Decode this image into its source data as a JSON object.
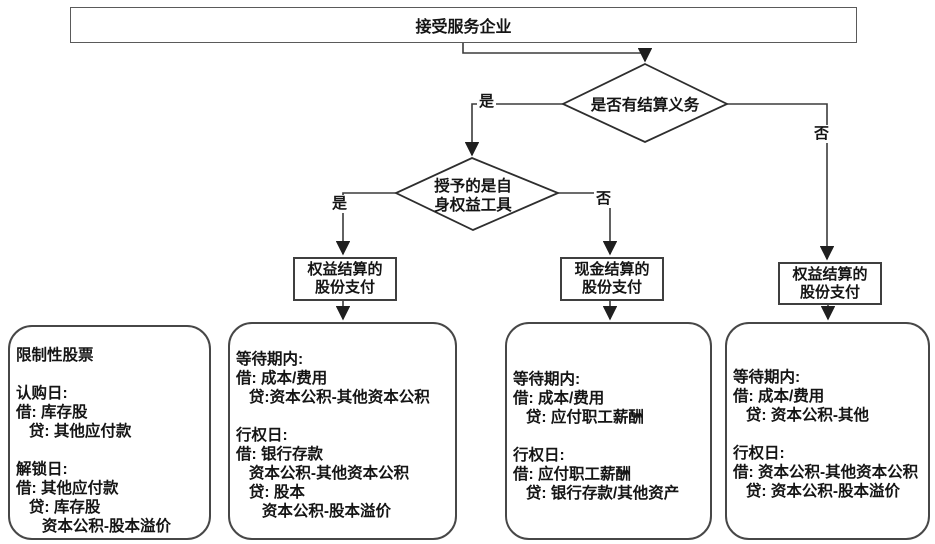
{
  "colors": {
    "line_stroke": "#3b3b3b",
    "box_border": "#474747",
    "text": "#151515",
    "background": "#ffffff"
  },
  "nodes": {
    "root": {
      "label": "接受服务企业"
    },
    "decision_settlement": {
      "label": "是否有结算义务"
    },
    "decision_own_equity": {
      "line1": "授予的是自",
      "line2": "身权益工具"
    },
    "equity_settled_left": {
      "line1": "权益结算的",
      "line2": "股份支付"
    },
    "cash_settled": {
      "line1": "现金结算的",
      "line2": "股份支付"
    },
    "equity_settled_right": {
      "line1": "权益结算的",
      "line2": "股份支付"
    }
  },
  "edge_labels": {
    "d1_yes": "是",
    "d1_no": "否",
    "d2_yes": "是",
    "d2_no": "否"
  },
  "detail_boxes": {
    "restricted_stock": {
      "lines": [
        "限制性股票",
        "",
        "认购日:",
        "借: 库存股",
        "   贷: 其他应付款",
        "",
        "解锁日:",
        "借: 其他应付款",
        "   贷: 库存股",
        "      资本公积-股本溢价"
      ]
    },
    "equity_settled_own_instruments": {
      "lines": [
        "等待期内:",
        "借: 成本/费用",
        "   贷:资本公积-其他资本公积",
        "",
        "行权日:",
        "借: 银行存款",
        "   资本公积-其他资本公积",
        "   贷: 股本",
        "      资本公积-股本溢价"
      ]
    },
    "cash_settled_entries": {
      "lines": [
        "等待期内:",
        "借: 成本/费用",
        "   贷: 应付职工薪酬",
        "",
        "行权日:",
        "借: 应付职工薪酬",
        "   贷: 银行存款/其他资产"
      ]
    },
    "equity_settled_no_obligation": {
      "lines": [
        "等待期内:",
        "借: 成本/费用",
        "   贷: 资本公积-其他",
        "",
        "行权日:",
        "借: 资本公积-其他资本公积",
        "   贷: 资本公积-股本溢价"
      ]
    }
  }
}
